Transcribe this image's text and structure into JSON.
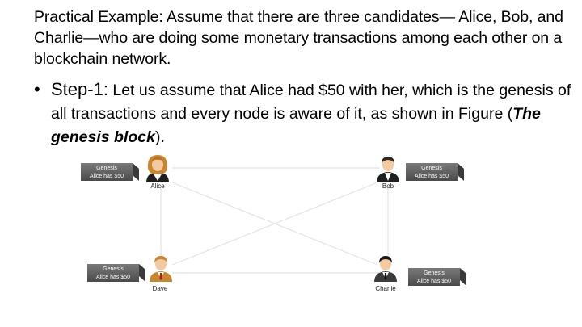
{
  "intro": "Practical Example: Assume that there are three candidates— Alice, Bob, and Charlie—who are doing some monetary transactions among each other on a blockchain network.",
  "bullet": {
    "step": "Step-1:",
    "text_before": " Let us assume that Alice had $50 with her, which is the genesis of all transactions and every node is aware of it, as shown in Figure (",
    "figure_caption": "The genesis block",
    "text_after": ")."
  },
  "diagram": {
    "block": {
      "title": "Genesis",
      "content": "Alice has $50"
    },
    "nodes": [
      {
        "name": "Alice"
      },
      {
        "name": "Bob"
      },
      {
        "name": "Dave"
      },
      {
        "name": "Charlie"
      }
    ]
  }
}
